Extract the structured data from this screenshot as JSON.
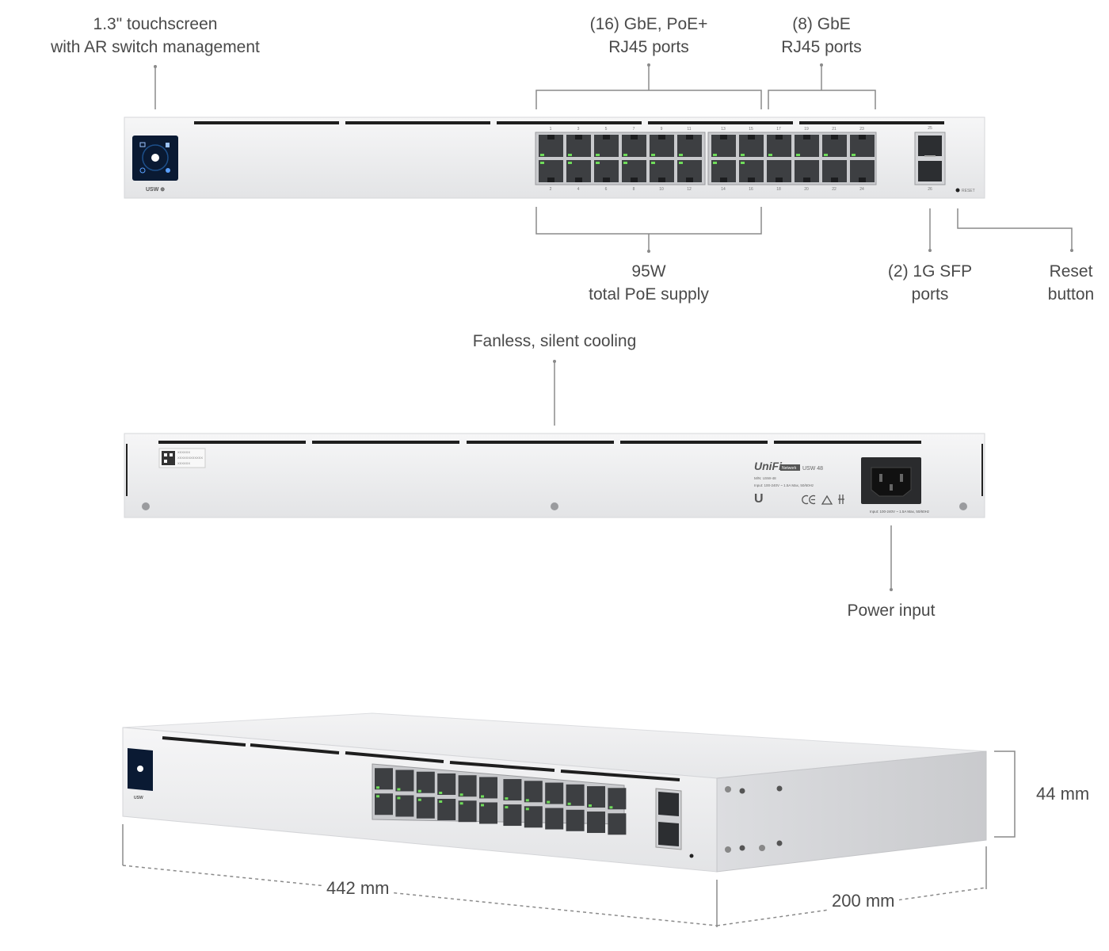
{
  "callouts": {
    "touchscreen": [
      "1.3\" touchscreen",
      "with AR switch management"
    ],
    "poe_ports": [
      "(16) GbE, PoE+",
      "RJ45 ports"
    ],
    "gbe_ports": [
      "(8) GbE",
      "RJ45 ports"
    ],
    "poe_supply": [
      "95W",
      "total PoE supply"
    ],
    "sfp_ports": [
      "(2) 1G SFP",
      "ports"
    ],
    "reset": [
      "Reset",
      "button"
    ],
    "cooling": "Fanless, silent cooling",
    "power": "Power input"
  },
  "dimensions": {
    "width": "442 mm",
    "depth": "200 mm",
    "height": "44 mm"
  },
  "device": {
    "model_badge": "USW",
    "reset_label": "RESET",
    "sfp_top_number": "25",
    "sfp_bottom_number": "26",
    "top_port_labels": [
      "1",
      "3",
      "5",
      "7",
      "9",
      "11",
      "13",
      "15",
      "17",
      "19",
      "21",
      "23"
    ],
    "bottom_port_labels": [
      "2",
      "4",
      "6",
      "8",
      "10",
      "12",
      "14",
      "16",
      "18",
      "20",
      "22",
      "24"
    ],
    "rear_brand": "UniFi",
    "rear_network_tag": "Network",
    "rear_model": "USW 48",
    "rear_model_line": "M/N: USW-48",
    "rear_input_line": "Input: 100-240V ~ 1.5A Max, 50/60Hz",
    "rear_power_label": "Input: 100-240V ~ 1.5A Max, 50/60Hz",
    "serial_line_1": "XXXXXX",
    "serial_line_2": "XXXXXXXXXXXX",
    "serial_line_3": "XXXXXX"
  },
  "colors": {
    "chassis": "#ececee",
    "port": "#3d3f42",
    "led": "#6fdc5a",
    "screen": "#0a1a33",
    "leader": "#8a8a8a"
  }
}
